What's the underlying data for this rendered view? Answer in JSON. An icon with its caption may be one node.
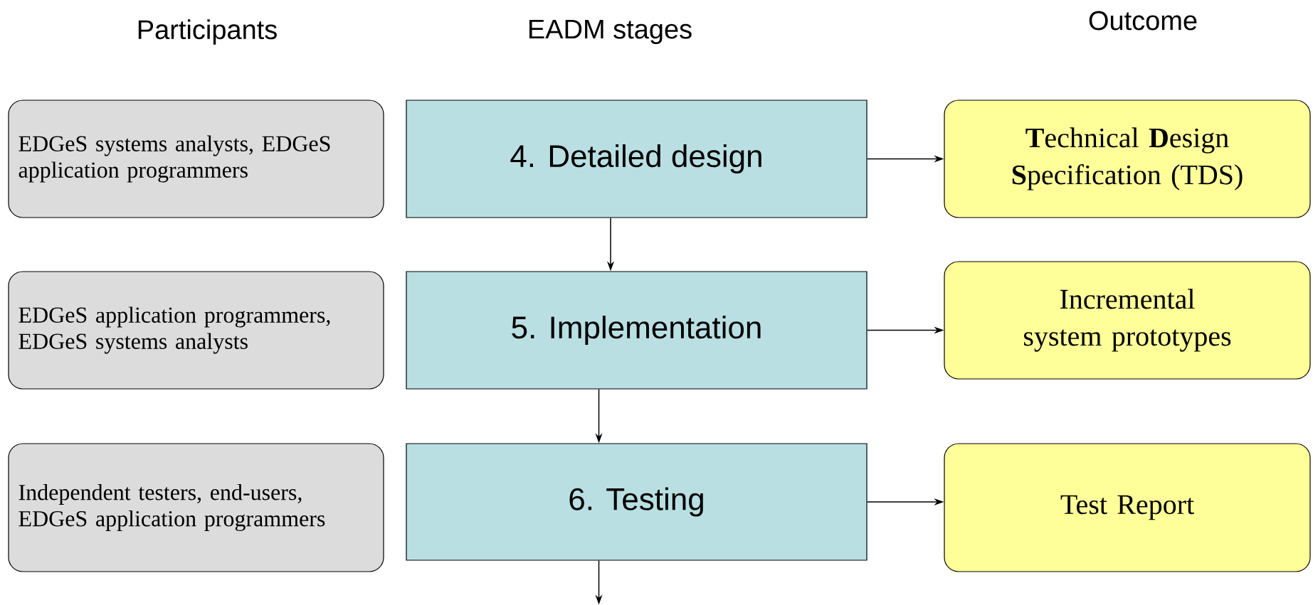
{
  "diagram": {
    "nodes": [
      {
        "text": [
          "EDGeS systems analysts, EDGeS application programmers"
        ]
      },
      {
        "text": [
          "4. Detailed design"
        ]
      },
      {
        "text": [
          "**T**echnical **D**esign **S**pecification (TDS)"
        ]
      },
      {
        "text": [
          "EDGeS application programmers, EDGeS systems analysts"
        ]
      },
      {
        "text": [
          "5. Implementation"
        ]
      },
      {
        "text": [
          "Incremental system prototypes"
        ]
      },
      {
        "text": [
          "Independent testers, end-users, EDGeS application programmers"
        ]
      },
      {
        "text": [
          "6. Testing"
        ]
      },
      {
        "text": [
          "Test Report"
        ]
      }
    ],
    "edges": [
      {
        "from": 1,
        "to": 4,
        "arrow": "to"
      },
      {
        "from": 4,
        "to": 7,
        "arrow": "to"
      },
      {
        "from": 7,
        "to": null,
        "arrow": "to"
      },
      {
        "from": 1,
        "to": 2,
        "arrow": "to"
      },
      {
        "from": 4,
        "to": 5,
        "arrow": "to"
      },
      {
        "from": 7,
        "to": 8,
        "arrow": "to"
      }
    ],
    "labels": [
      "Participants",
      "EADM stages",
      "Outcome"
    ]
  }
}
